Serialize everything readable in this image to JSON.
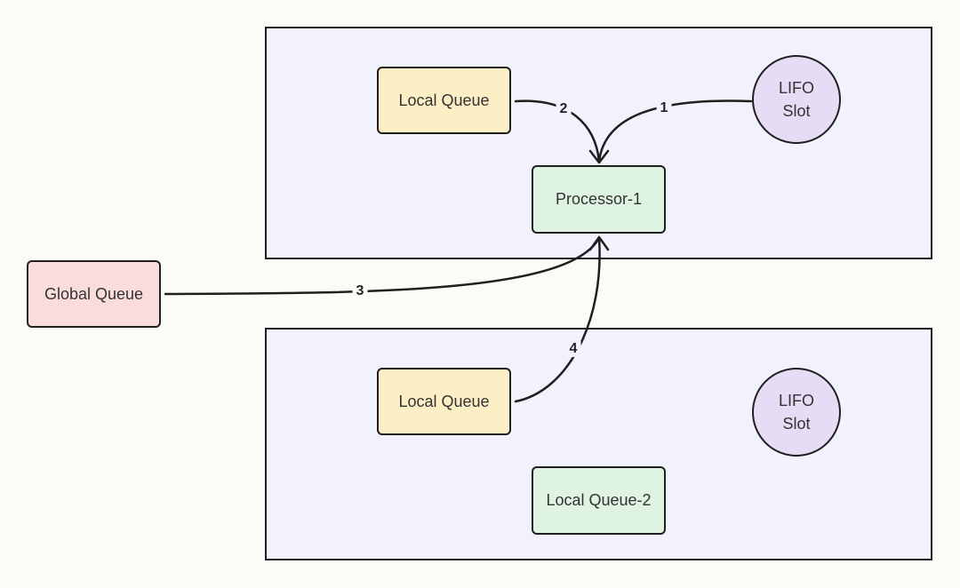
{
  "panels": {
    "top": {
      "local_queue": "Local Queue",
      "lifo_line1": "LIFO",
      "lifo_line2": "Slot",
      "processor": "Processor-1"
    },
    "bottom": {
      "local_queue": "Local Queue",
      "lifo_line1": "LIFO",
      "lifo_line2": "Slot",
      "local_queue_2": "Local Queue-2"
    }
  },
  "global_queue": "Global Queue",
  "edges": [
    {
      "label": "1",
      "from": "LIFO Slot",
      "to": "Processor-1"
    },
    {
      "label": "2",
      "from": "Local Queue",
      "to": "Processor-1"
    },
    {
      "label": "3",
      "from": "Global Queue",
      "to": "Processor-1"
    },
    {
      "label": "4",
      "from": "Local Queue",
      "to": "Processor-1"
    }
  ]
}
